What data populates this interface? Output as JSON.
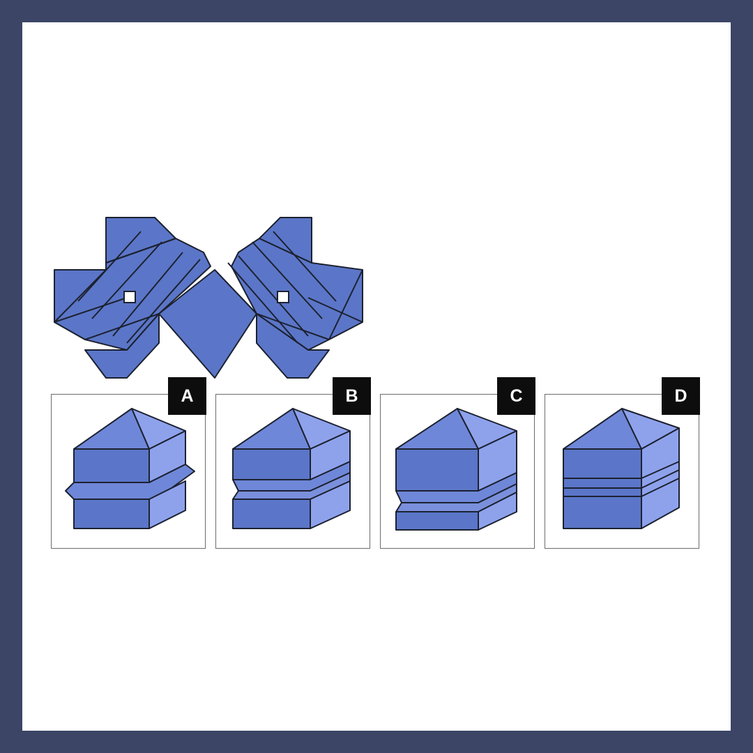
{
  "puzzle": {
    "net_color": "#5b76c8",
    "face_light": "#8ea2ec",
    "face_mid": "#6f87d8",
    "face_dark": "#5b76c8",
    "outline": "#1c2130"
  },
  "options": [
    {
      "letter": "A",
      "variant": "ridge"
    },
    {
      "letter": "B",
      "variant": "groove"
    },
    {
      "letter": "C",
      "variant": "low-groove"
    },
    {
      "letter": "D",
      "variant": "lines"
    }
  ]
}
